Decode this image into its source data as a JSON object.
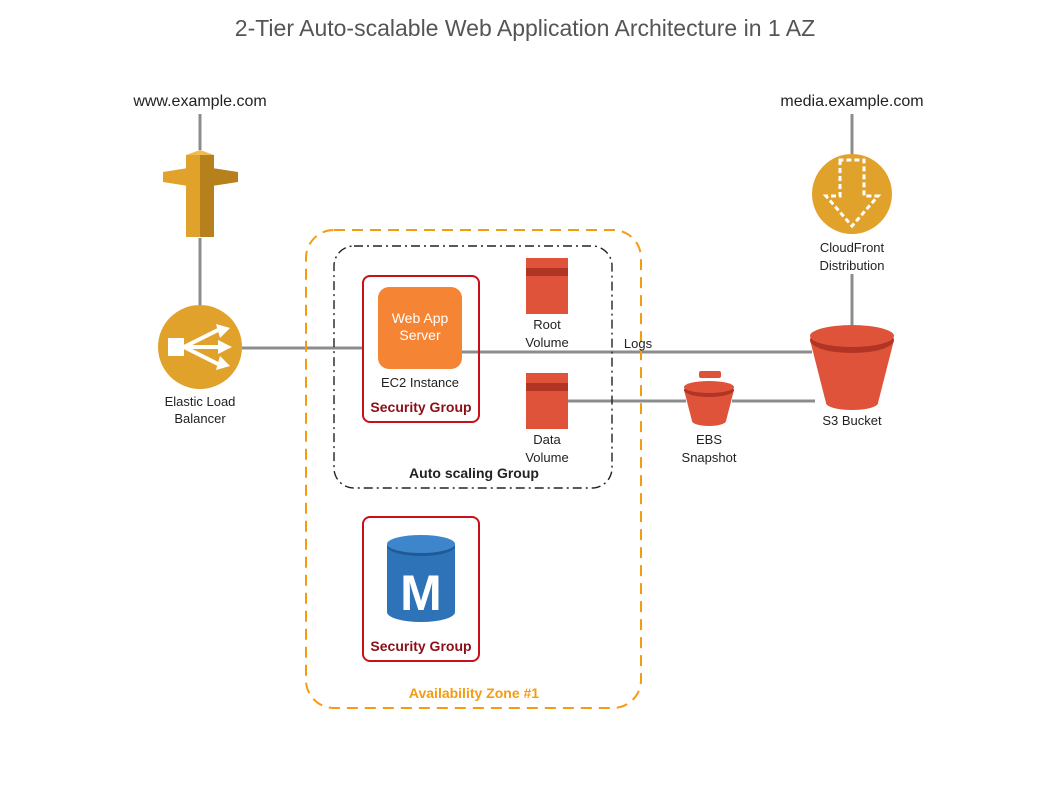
{
  "title": "2-Tier Auto-scalable Web Application Architecture in 1 AZ",
  "domains": {
    "www": "www.example.com",
    "media": "media.example.com"
  },
  "elb": {
    "line1": "Elastic Load",
    "line2": "Balancer"
  },
  "ec2": {
    "server_line1": "Web App",
    "server_line2": "Server",
    "instance_label": "EC2 Instance"
  },
  "security_group_label": "Security Group",
  "security_group_db_label": "Security Group",
  "root_volume": {
    "line1": "Root",
    "line2": "Volume"
  },
  "data_volume": {
    "line1": "Data",
    "line2": "Volume"
  },
  "auto_scaling_label": "Auto scaling Group",
  "availability_zone_label": "Availability Zone #1",
  "logs_label": "Logs",
  "cloudfront": {
    "line1": "CloudFront",
    "line2": "Distribution"
  },
  "s3_label": "S3 Bucket",
  "ebs_snapshot": {
    "line1": "EBS",
    "line2": "Snapshot"
  },
  "database": {
    "letter": "M"
  },
  "colors": {
    "aws_gold": "#e1a22c",
    "aws_gold_dark": "#b6801d",
    "storage_red": "#e0533b",
    "storage_red_dark": "#b13524",
    "ec2_orange": "#f58534",
    "db_blue": "#2e73b8",
    "security_red": "#c8101b",
    "az_orange": "#f39c12",
    "connector_gray": "#8c8c8c"
  },
  "icons": {
    "route53": "route53-signpost-icon",
    "elb": "elastic-load-balancer-icon",
    "cloudfront": "cloudfront-icon",
    "s3": "s3-bucket-icon",
    "ebs_volume": "ebs-volume-icon",
    "ebs_snapshot": "ebs-snapshot-icon",
    "rds": "rds-mysql-database-icon"
  }
}
